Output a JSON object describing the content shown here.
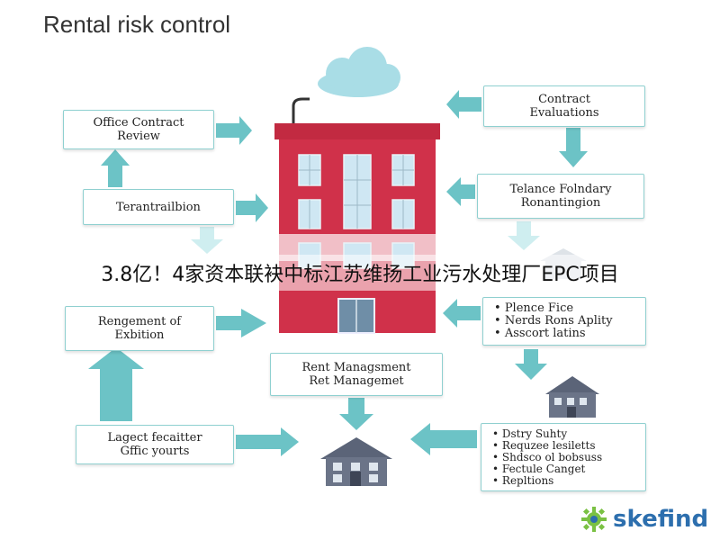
{
  "title": "Rental risk control",
  "nodes": {
    "office_contract_review": [
      "Office Contract",
      "Review"
    ],
    "contract_evaluations": [
      "Contract",
      "Evaluations"
    ],
    "terminations": [
      "Terantrailbion"
    ],
    "tenant_foundary": [
      "Telance Folndary",
      "Ronantingion"
    ],
    "management_exhibition": [
      "Rengement of",
      "Exbition"
    ],
    "finance_list": [
      "Plence Fice",
      "Nerds Rons Aplity",
      "Asscort latins"
    ],
    "rent_management": [
      "Rent Managsment",
      "Ret Managemet"
    ],
    "legacy_facilities": [
      "Lagect fecaitter",
      "Gffic yourts"
    ],
    "safety_list": [
      "Dstry Suhty",
      "Requzee lesiletts",
      "Shdsco ol bobsuss",
      "Fectule Canget",
      "Repltions"
    ]
  },
  "banner": "3.8亿！4家资本联袂中标江苏维扬工业污水处理厂EPC项目",
  "logo": {
    "text": "skefind",
    "icon": "gear-sun-icon"
  },
  "colors": {
    "arrow": "#6cc3c6",
    "building": "#d0314a",
    "box_border": "#8fd0d0",
    "house": "#5b6478"
  }
}
